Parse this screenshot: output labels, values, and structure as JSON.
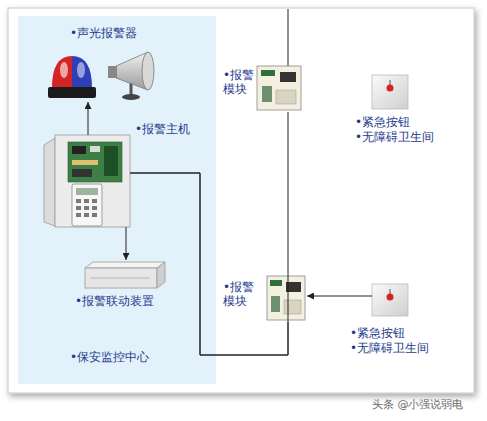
{
  "diagram": {
    "nodes": [
      {
        "text": [
          "•保安监控中心"
        ]
      },
      {
        "text": [
          "•声光报警器"
        ],
        "in": 0
      },
      {
        "text": [
          "•报警主机"
        ],
        "in": 0
      },
      {
        "text": [
          "•报警联动装置"
        ],
        "in": 0
      },
      {
        "text": [
          "•报警模块"
        ]
      },
      {
        "text": [
          "•报警模块"
        ]
      },
      {
        "text": [
          "•紧急按钮",
          "•无障碍卫生间"
        ]
      },
      {
        "text": [
          "•紧急按钮",
          "•无障碍卫生间"
        ]
      }
    ],
    "edges": [
      {
        "from": 2,
        "to": 1,
        "arrow": "to"
      },
      {
        "from": 2,
        "to": 3,
        "arrow": "to"
      },
      {
        "from": 2,
        "to": 4,
        "arrow": "none"
      },
      {
        "from": 2,
        "to": 5,
        "arrow": "none"
      },
      {
        "from": 7,
        "to": 5,
        "arrow": "to"
      }
    ],
    "labels": [
      "头条 @小强说弱电"
    ]
  }
}
